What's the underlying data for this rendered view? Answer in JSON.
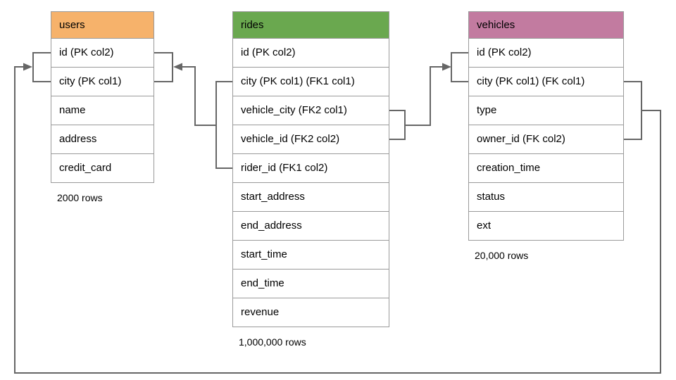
{
  "colors": {
    "users_header": "#F6B26B",
    "rides_header": "#6AA84F",
    "vehicles_header": "#C27BA0",
    "connector": "#666666",
    "table_border": "#9a9a9a",
    "background": "#FFFFFF"
  },
  "tables": [
    {
      "name": "users",
      "row_count": "2000 rows",
      "columns": [
        "id (PK col2)",
        "city (PK col1)",
        "name",
        "address",
        "credit_card"
      ]
    },
    {
      "name": "rides",
      "row_count": "1,000,000 rows",
      "columns": [
        "id (PK col2)",
        "city (PK col1) (FK1 col1)",
        "vehicle_city (FK2 col1)",
        "vehicle_id (FK2 col2)",
        "rider_id (FK1 col2)",
        "start_address",
        "end_address",
        "start_time",
        "end_time",
        "revenue"
      ]
    },
    {
      "name": "vehicles",
      "row_count": "20,000 rows",
      "columns": [
        "id (PK col2)",
        "city (PK col1) (FK col1)",
        "type",
        "owner_id (FK col2)",
        "creation_time",
        "status",
        "ext"
      ]
    }
  ],
  "relationships": [
    {
      "from": "rides (city, rider_id)",
      "to": "users (id, city)",
      "key": "FK1"
    },
    {
      "from": "rides (vehicle_city, vehicle_id)",
      "to": "vehicles (id, city)",
      "key": "FK2"
    },
    {
      "from": "vehicles (city, owner_id)",
      "to": "users (id, city)",
      "key": "FK"
    }
  ]
}
